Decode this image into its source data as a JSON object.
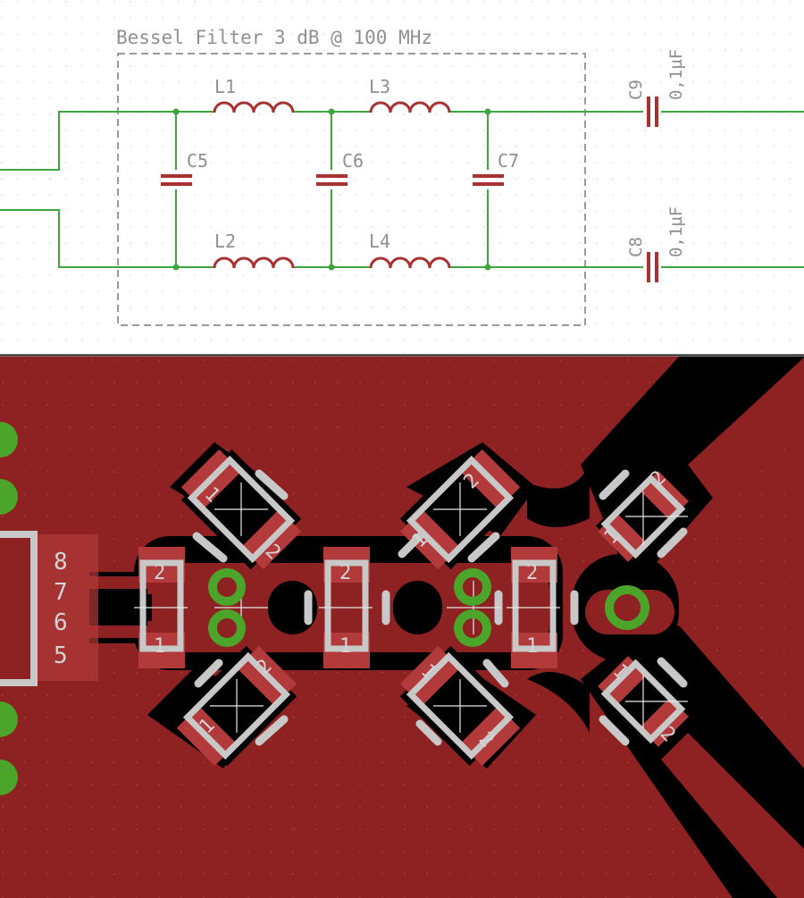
{
  "schematic": {
    "title": "Bessel Filter 3 dB @ 100 MHz",
    "components": {
      "L1": "L1",
      "L2": "L2",
      "L3": "L3",
      "L4": "L4",
      "C5": "C5",
      "C6": "C6",
      "C7": "C7",
      "C8": "C8",
      "C9": "C9",
      "C8_value": "0,1µF",
      "C9_value": "0,1µF"
    }
  },
  "board": {
    "connector_pins": [
      "8",
      "7",
      "6",
      "5"
    ],
    "pad_labels": {
      "one": "1",
      "two": "2"
    }
  },
  "colors": {
    "wire": "#3fa63f",
    "symbol": "#a83232",
    "frame": "#9a9a9a",
    "copper": "#8e2121",
    "clearance": "#000000",
    "pad": "#b23a3a",
    "silk": "#c8c8c8",
    "via": "#4aa52a"
  }
}
